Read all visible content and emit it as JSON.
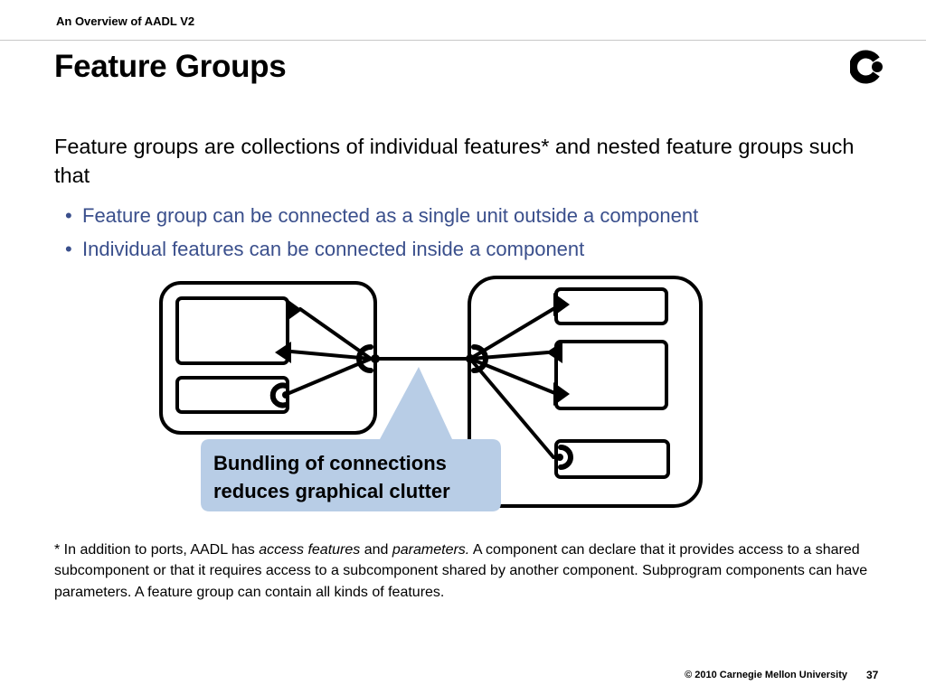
{
  "header": {
    "presentation_title": "An Overview of AADL V2"
  },
  "slide": {
    "title": "Feature Groups",
    "logo_icon": "cmu-sei-logo-icon",
    "intro": "Feature groups are collections of individual features* and nested feature groups such that",
    "bullet_marker": "•",
    "bullets": [
      "Feature group can be connected as a single unit outside a component",
      "Individual features can be connected inside a component"
    ],
    "callout": {
      "line1": "Bundling of connections",
      "line2": "reduces graphical clutter"
    },
    "footnote": {
      "part1": "* In addition to ports, AADL has ",
      "em1": "access features",
      "part2": " and ",
      "em2": "parameters.",
      "part3": " A component can declare that it provides access to a shared subcomponent or that it requires access to a subcomponent shared by another component. Subprogram components can have parameters. A feature group can contain all kinds of features."
    }
  },
  "footer": {
    "copyright": "© 2010 Carnegie Mellon University",
    "page_number": "37"
  },
  "colors": {
    "bullet_text": "#3a4f8c",
    "callout_fill": "#b8cde6",
    "diagram_stroke": "#000000"
  }
}
